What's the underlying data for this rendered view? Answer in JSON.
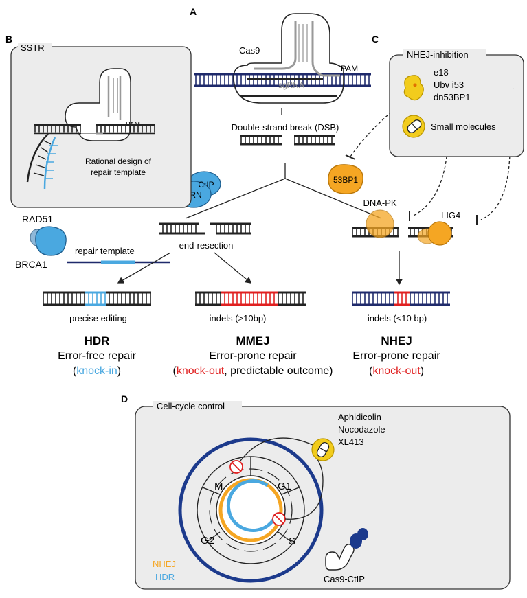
{
  "panels": {
    "a": "A",
    "b": "B",
    "c": "C",
    "d": "D"
  },
  "panel_a": {
    "cas9": "Cas9",
    "sgrna": "sgRNA",
    "pam": "PAM",
    "dsb": "Double-strand break (DSB)",
    "ctip": "CtIP",
    "mrn": "MRN",
    "bp53": "53BP1",
    "dnapk": "DNA-PK",
    "lig4": "LIG4",
    "rad51": "RAD51",
    "brca1": "BRCA1",
    "repair_template": "repair template",
    "end_resection": "end-resection",
    "outcomes": [
      {
        "label": "precise editing",
        "name": "HDR",
        "desc": "Error-free repair",
        "open": "(",
        "highlight": "knock-in",
        "rest": ")",
        "highlight_color": "#4aa8e0"
      },
      {
        "label": "indels (>10bp)",
        "name": "MMEJ",
        "desc": "Error-prone repair",
        "open": "(",
        "highlight": "knock-out",
        "rest": ", predictable outcome)",
        "highlight_color": "#e02020"
      },
      {
        "label": "indels (<10 bp)",
        "name": "NHEJ",
        "desc": "Error-prone repair",
        "open": "(",
        "highlight": "knock-out",
        "rest": ")",
        "highlight_color": "#e02020"
      }
    ]
  },
  "panel_b": {
    "title": "SSTR",
    "pam": "PAM",
    "caption_line1": "Rational design of",
    "caption_line2": "repair template"
  },
  "panel_c": {
    "title": "NHEJ-inhibition",
    "inhibitors": [
      "e18",
      "Ubv i53",
      "dn53BP1"
    ],
    "small_molecules": "Small molecules"
  },
  "panel_d": {
    "title": "Cell-cycle control",
    "drugs": [
      "Aphidicolin",
      "Nocodazole",
      "XL413"
    ],
    "phases": {
      "m": "M",
      "g1": "G1",
      "g2": "G2",
      "s": "S"
    },
    "legend_nhej": "NHEJ",
    "legend_hdr": "HDR",
    "cas9_ctip": "Cas9-CtIP"
  },
  "colors": {
    "navy": "#1f2a6b",
    "blue": "#4aa8e0",
    "red": "#e02020",
    "orange": "#f5a623",
    "yellow": "#f2cc1c",
    "panel_bg": "#ececec",
    "darkblue": "#1c3a8c"
  }
}
